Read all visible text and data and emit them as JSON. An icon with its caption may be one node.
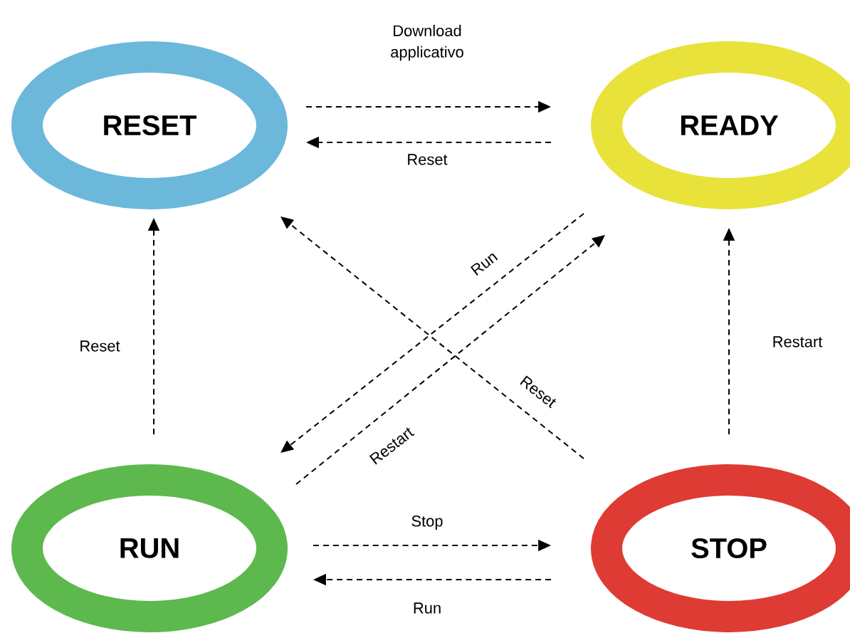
{
  "diagram": {
    "nodes": [
      {
        "text": [
          "RESET"
        ]
      },
      {
        "text": [
          "READY"
        ]
      },
      {
        "text": [
          "RUN"
        ]
      },
      {
        "text": [
          "STOP"
        ]
      }
    ],
    "edges": [
      {
        "from": 0,
        "to": 1,
        "arrow": "to",
        "style": "dashed",
        "label": "Download applicativo"
      },
      {
        "from": 1,
        "to": 0,
        "arrow": "to",
        "style": "dashed",
        "label": "Reset"
      },
      {
        "from": 2,
        "to": 0,
        "arrow": "to",
        "style": "dashed",
        "label": "Reset"
      },
      {
        "from": 3,
        "to": 1,
        "arrow": "to",
        "style": "dashed",
        "label": "Restart"
      },
      {
        "from": 2,
        "to": 3,
        "arrow": "to",
        "style": "dashed",
        "label": "Stop"
      },
      {
        "from": 3,
        "to": 2,
        "arrow": "to",
        "style": "dashed",
        "label": "Run"
      },
      {
        "from": 3,
        "to": 0,
        "arrow": "to",
        "style": "dashed",
        "label": "Reset"
      },
      {
        "from": 1,
        "to": 2,
        "arrow": "to",
        "style": "dashed",
        "label": "Run"
      },
      {
        "from": 2,
        "to": 1,
        "arrow": "to",
        "style": "dashed",
        "label": "Restart"
      }
    ]
  }
}
